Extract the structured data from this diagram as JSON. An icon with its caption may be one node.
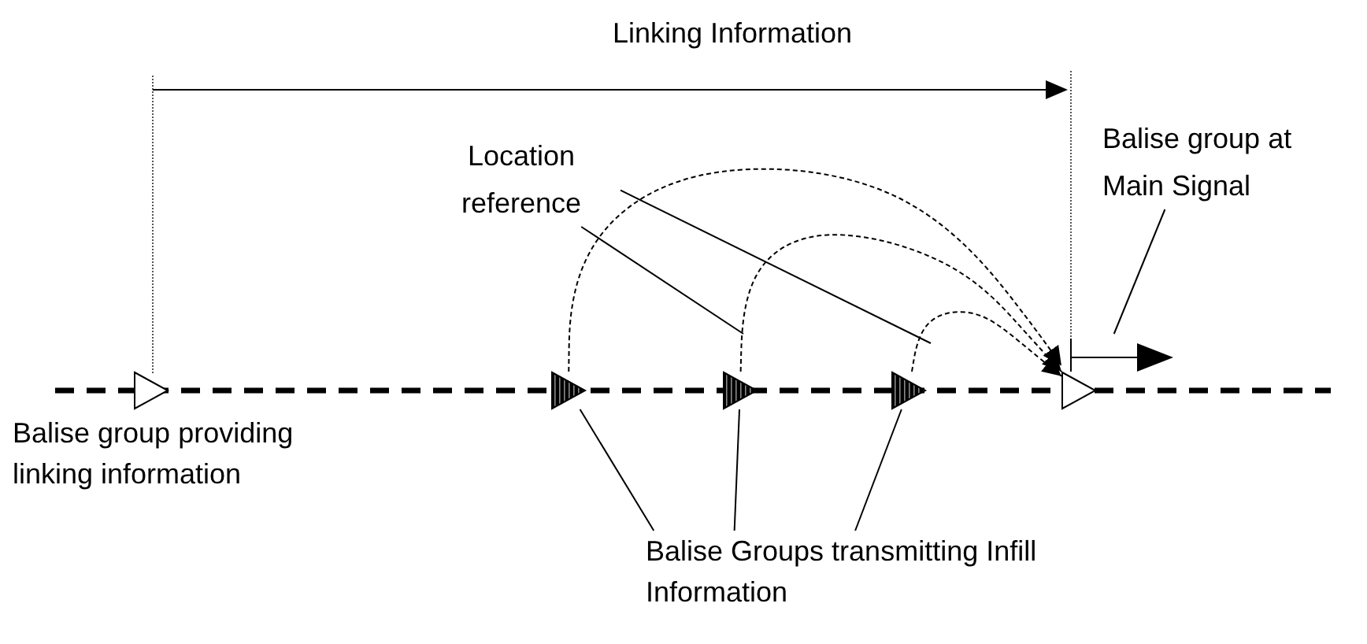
{
  "diagram": {
    "nodes": [
      {
        "text": [
          "Location reference"
        ]
      },
      {
        "text": [
          "Balise group at Main Signal"
        ]
      },
      {
        "text": [
          "Balise group providing linking information"
        ]
      },
      {
        "text": [
          "Balise Groups transmitting Infill Information"
        ]
      },
      {
        "text": [],
        "shape": "triangle"
      },
      {
        "text": [],
        "shape": "triangle"
      },
      {
        "text": [],
        "shape": "triangle"
      },
      {
        "text": [],
        "shape": "triangle"
      },
      {
        "text": [],
        "shape": "triangle"
      }
    ],
    "edges": [
      {
        "from": 0,
        "to": null,
        "arrow": "none"
      },
      {
        "from": 0,
        "to": null,
        "arrow": "none"
      },
      {
        "from": 1,
        "to": 8,
        "arrow": "none"
      },
      {
        "from": 3,
        "to": 5,
        "arrow": "none"
      },
      {
        "from": 3,
        "to": 6,
        "arrow": "none"
      },
      {
        "from": 3,
        "to": 7,
        "arrow": "none"
      },
      {
        "from": 5,
        "to": 8,
        "arrow": "to",
        "style": "dashed"
      },
      {
        "from": 6,
        "to": 8,
        "arrow": "to",
        "style": "dashed"
      },
      {
        "from": 7,
        "to": 8,
        "arrow": "to",
        "style": "dashed"
      }
    ],
    "labels": [
      "Linking Information"
    ]
  }
}
